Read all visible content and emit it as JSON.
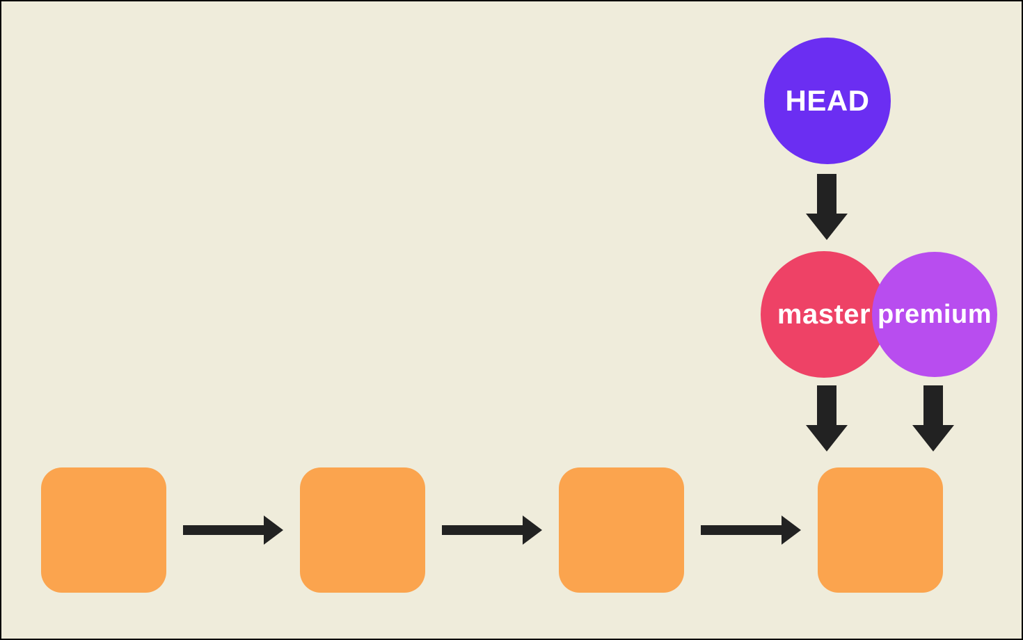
{
  "diagram": {
    "description": "Git commit history graph with branch pointers",
    "background_color": "#EFECDB",
    "frame_color": "#000000",
    "commit_color": "#FBA44E",
    "arrow_color": "#222222",
    "commits": [
      {
        "id": "commit-1"
      },
      {
        "id": "commit-2"
      },
      {
        "id": "commit-3"
      },
      {
        "id": "commit-4"
      }
    ],
    "commit_arrows": [
      {
        "from": "commit-1",
        "to": "commit-2",
        "direction": "right"
      },
      {
        "from": "commit-2",
        "to": "commit-3",
        "direction": "right"
      },
      {
        "from": "commit-3",
        "to": "commit-4",
        "direction": "right"
      }
    ],
    "pointers": [
      {
        "label": "HEAD",
        "color": "#6B2EF2",
        "text_color": "#FFFFFF",
        "points_to": "master"
      },
      {
        "label": "master",
        "color": "#EE4266",
        "text_color": "#FFFFFF",
        "points_to": "commit-4"
      },
      {
        "label": "premium",
        "color": "#B84DEF",
        "text_color": "#FFFFFF",
        "points_to": "commit-4"
      }
    ],
    "pointer_arrows": [
      {
        "from": "HEAD",
        "to": "master",
        "direction": "down"
      },
      {
        "from": "master",
        "to": "commit-4",
        "direction": "down"
      },
      {
        "from": "premium",
        "to": "commit-4",
        "direction": "down"
      }
    ]
  }
}
